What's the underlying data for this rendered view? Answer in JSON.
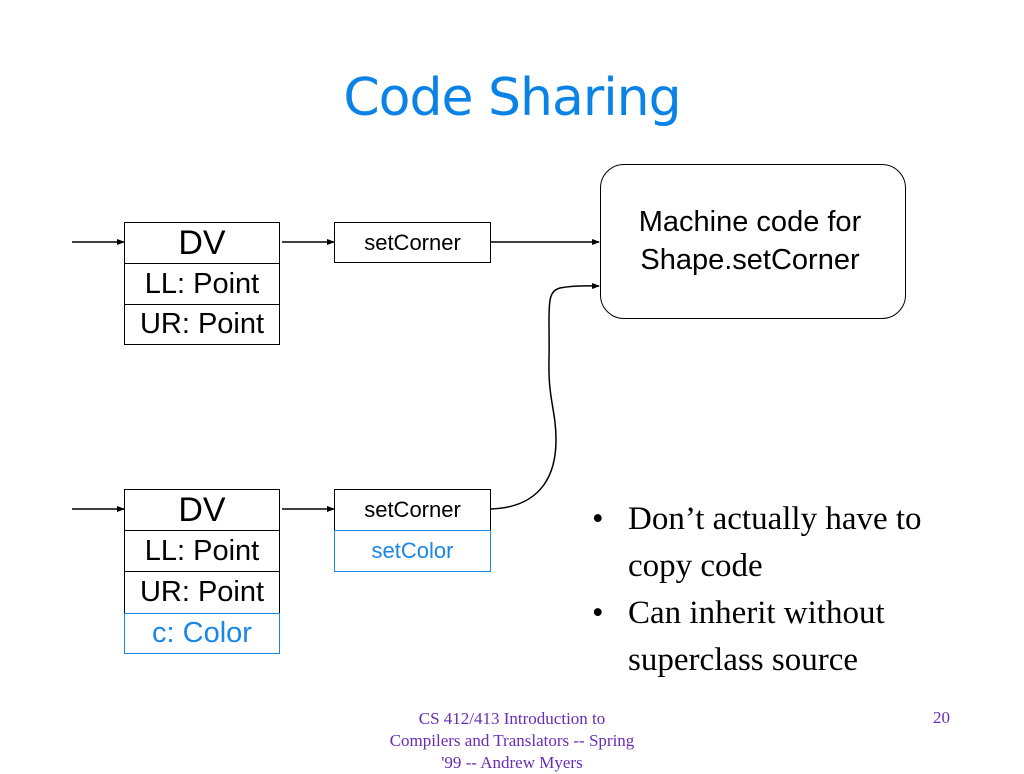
{
  "slide": {
    "title": "Code Sharing"
  },
  "objects": {
    "top": {
      "header": "DV",
      "fields": [
        "LL: Point",
        "UR: Point"
      ]
    },
    "bottom": {
      "header": "DV",
      "fields": [
        "LL: Point",
        "UR: Point"
      ],
      "new_field": "c: Color"
    }
  },
  "vtables": {
    "top": {
      "methods": [
        "setCorner"
      ]
    },
    "bottom": {
      "methods": [
        "setCorner"
      ],
      "new_method": "setColor"
    }
  },
  "code_box": {
    "line1": "Machine code for",
    "line2": "Shape.setCorner"
  },
  "bullets": [
    "Don’t actually have to copy code",
    "Can inherit without superclass source"
  ],
  "footer": {
    "line1": "CS 412/413 Introduction to",
    "line2": "Compilers and Translators -- Spring",
    "line3": "'99 -- Andrew Myers",
    "page": "20"
  },
  "colors": {
    "title": "#0a82e6",
    "added_members": "#1a86e8",
    "footer": "#6a2bb8"
  }
}
